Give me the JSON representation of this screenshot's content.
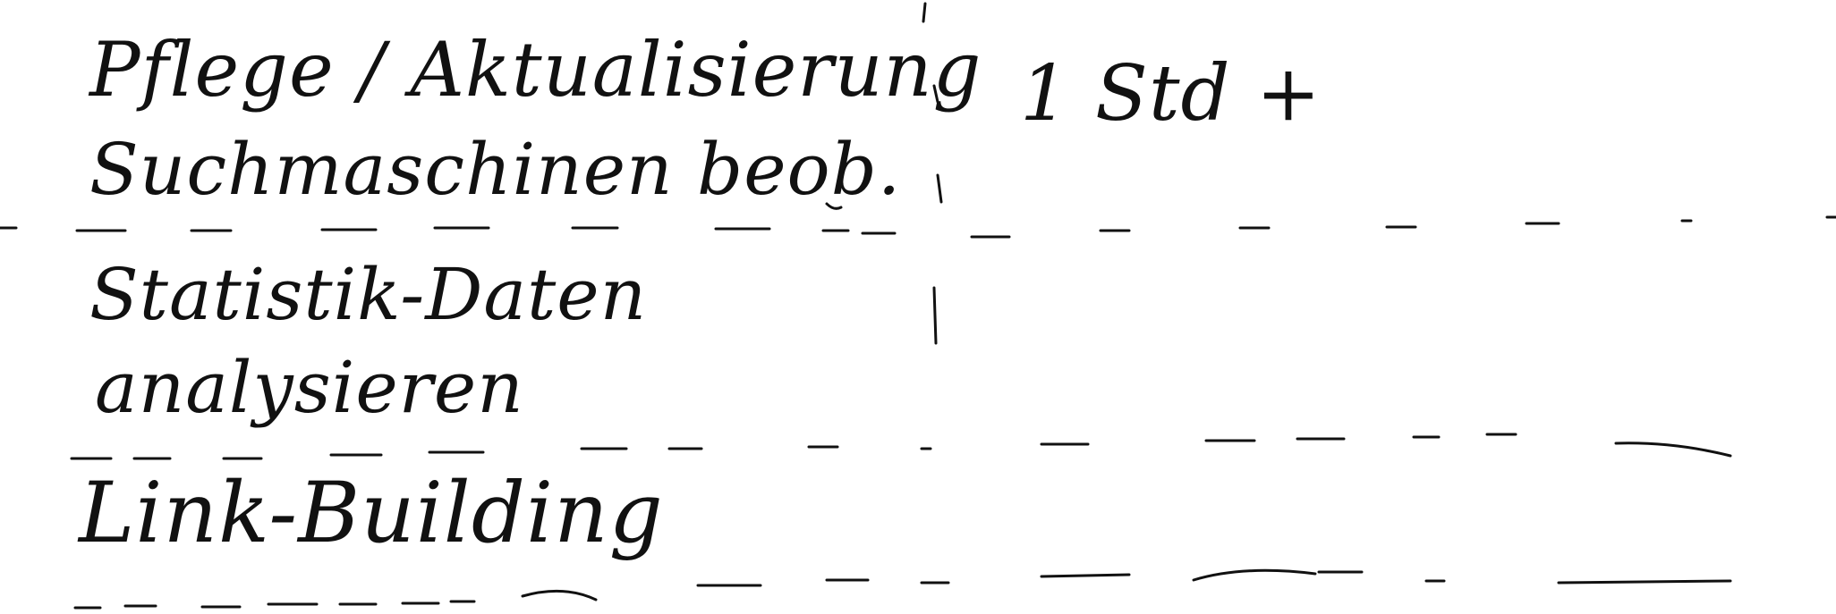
{
  "rows": [
    {
      "lines": [
        "Pflege / Aktualisierung",
        "Suchmaschinen beob."
      ],
      "time": "1 Std +"
    },
    {
      "lines": [
        "Statistik-Daten",
        "analysieren"
      ],
      "time": ""
    },
    {
      "lines": [
        "Link-Building"
      ],
      "time": ""
    }
  ],
  "ink_color": "#111111"
}
